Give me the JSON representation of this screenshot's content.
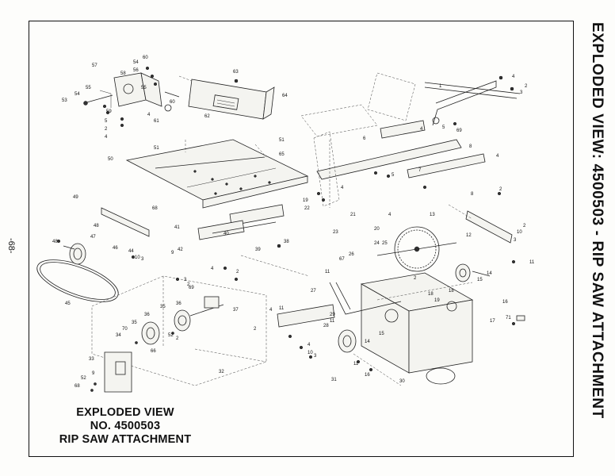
{
  "side_title": "EXPLODED VIEW: 4500503 - RIP SAW ATTACHMENT",
  "page_number": "-68-",
  "caption": {
    "line1": "EXPLODED VIEW",
    "line2": "NO. 4500503",
    "line3": "RIP SAW ATTACHMENT"
  },
  "part_labels": {
    "p1": "1",
    "p2": "2",
    "p3": "3",
    "p4": "4",
    "p5": "5",
    "p6": "6",
    "p7": "7",
    "p8": "8",
    "p9": "9",
    "p10": "10",
    "p11": "11",
    "p12": "12",
    "p13": "13",
    "p14": "14",
    "p15": "15",
    "p16": "16",
    "p17": "17",
    "p18": "18",
    "p19": "19",
    "p20": "20",
    "p21": "21",
    "p22": "22",
    "p23": "23",
    "p24": "24",
    "p25": "25",
    "p26": "26",
    "p27": "27",
    "p28": "28",
    "p29": "29",
    "p30": "30",
    "p31": "31",
    "p32": "32",
    "p33": "33",
    "p34": "34",
    "p35": "35",
    "p36": "36",
    "p37": "37",
    "p38": "38",
    "p39": "39",
    "p40": "40",
    "p41": "41",
    "p42": "42",
    "p43": "43",
    "p44": "44",
    "p45": "45",
    "p46": "46",
    "p47": "47",
    "p48": "48",
    "p49": "49",
    "p50": "50",
    "p51": "51",
    "p52": "52",
    "p53": "53",
    "p54": "54",
    "p55": "55",
    "p56": "56",
    "p57": "57",
    "p58": "58",
    "p59": "59",
    "p60": "60",
    "p61": "61",
    "p62": "62",
    "p63": "63",
    "p64": "64",
    "p65": "65",
    "p66": "66",
    "p67": "67",
    "p68": "68",
    "p69": "69",
    "p70": "70",
    "p71": "71"
  }
}
